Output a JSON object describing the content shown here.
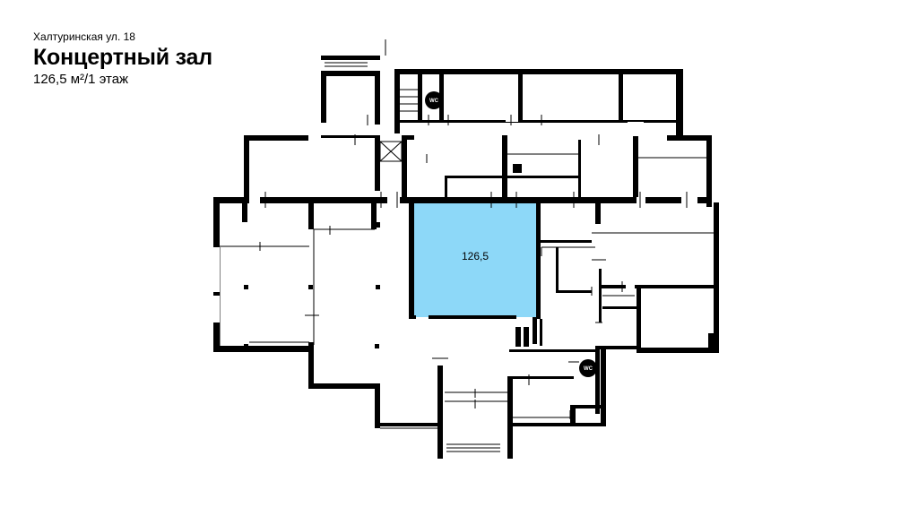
{
  "header": {
    "address": "Халтуринская ул. 18",
    "room_name": "Концертный зал",
    "area_floor": "126,5 м²/1 этаж"
  },
  "plan": {
    "highlighted_room_area": "126,5",
    "highlight_color": "#8dd8f8",
    "wall_color": "#000000",
    "wc_labels": [
      "WC",
      "WC"
    ]
  }
}
